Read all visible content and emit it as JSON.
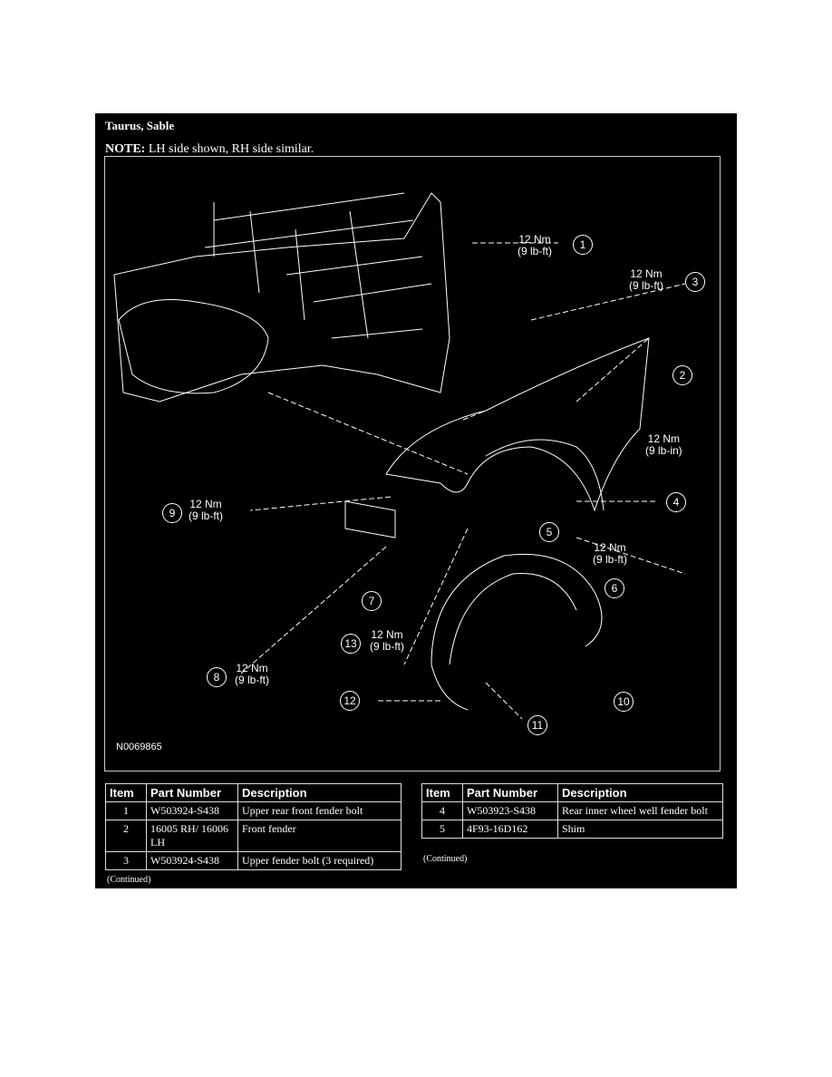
{
  "title": "Taurus, Sable",
  "note": {
    "label": "NOTE:",
    "text": " LH side shown, RH side similar."
  },
  "figure_id": "N0069865",
  "callouts": [
    {
      "n": "1",
      "torque": "12 Nm",
      "alt": "(9 lb-ft)"
    },
    {
      "n": "2"
    },
    {
      "n": "3",
      "torque": "12 Nm",
      "alt": "(9 lb-ft)"
    },
    {
      "n": "4",
      "torque": "12 Nm",
      "alt": "(9 lb-in)"
    },
    {
      "n": "5"
    },
    {
      "n": "6",
      "torque": "12 Nm",
      "alt": "(9 lb-ft)"
    },
    {
      "n": "7"
    },
    {
      "n": "8",
      "torque": "12 Nm",
      "alt": "(9 lb-ft)"
    },
    {
      "n": "9",
      "torque": "12 Nm",
      "alt": "(9 lb-ft)"
    },
    {
      "n": "10"
    },
    {
      "n": "11"
    },
    {
      "n": "12"
    },
    {
      "n": "13",
      "torque": "12 Nm",
      "alt": "(9 lb-ft)"
    }
  ],
  "table_headers": [
    "Item",
    "Part Number",
    "Description"
  ],
  "table_left": [
    [
      "1",
      "W503924-S438",
      "Upper rear front fender bolt"
    ],
    [
      "2",
      "16005 RH/ 16006 LH",
      "Front fender"
    ],
    [
      "3",
      "W503924-S438",
      "Upper fender bolt (3 required)"
    ]
  ],
  "table_right": [
    [
      "4",
      "W503923-S438",
      "Rear inner wheel well fender bolt"
    ],
    [
      "5",
      "4F93-16D162",
      "Shim"
    ]
  ],
  "continued": "(Continued)"
}
